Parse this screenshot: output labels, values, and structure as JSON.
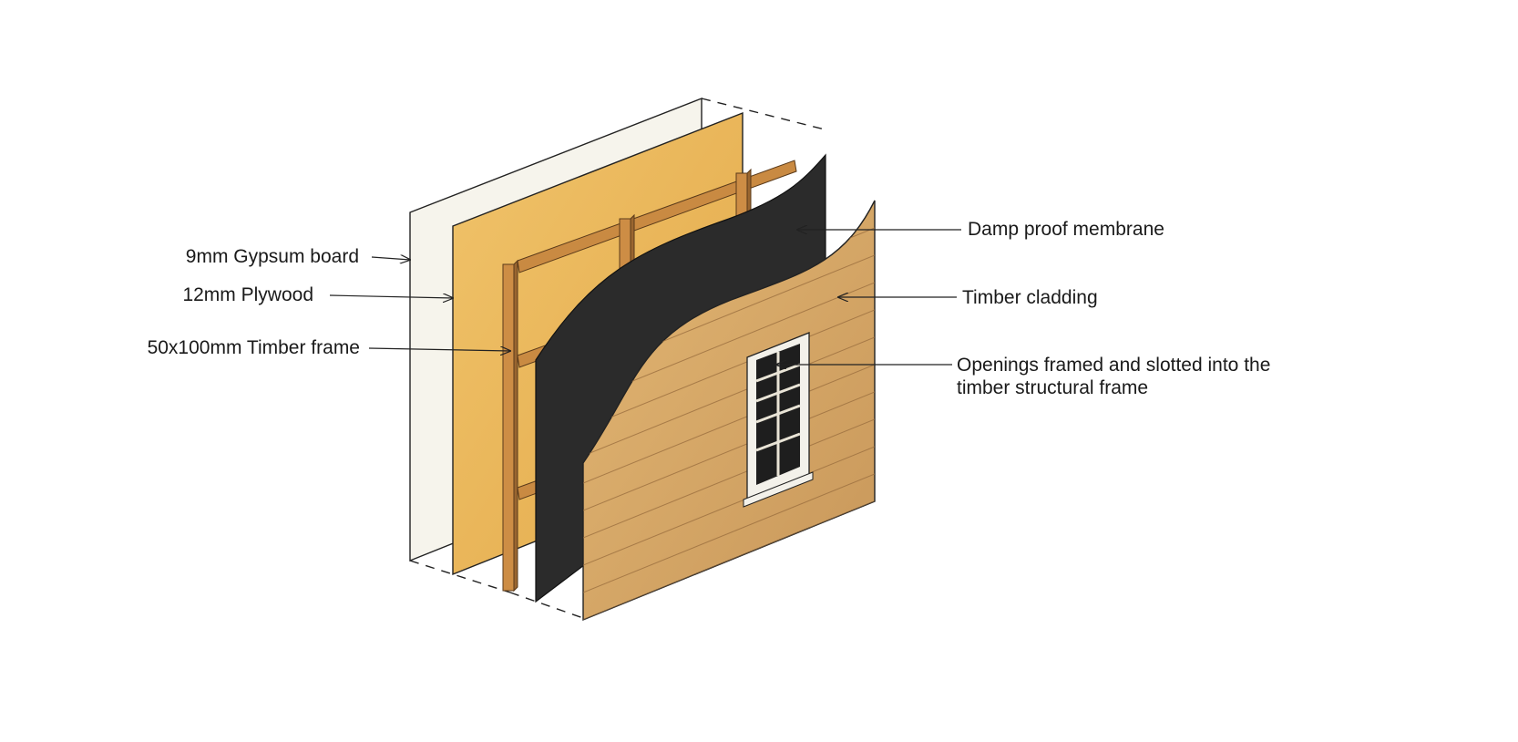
{
  "labels": {
    "gypsum": "9mm Gypsum board",
    "plywood": "12mm Plywood",
    "frame": "50x100mm Timber frame",
    "membrane": "Damp proof membrane",
    "cladding": "Timber cladding",
    "openings_line1": "Openings framed and slotted into the",
    "openings_line2": "timber structural frame"
  },
  "colors": {
    "gypsum": "#f6f4ec",
    "plywood": "#eab85a",
    "timber_frame": "#c98a42",
    "membrane": "#2b2b2b",
    "cladding": "#d9aa66",
    "window_frame": "#f3f1ea"
  },
  "icons": [
    "arrow-icon"
  ]
}
